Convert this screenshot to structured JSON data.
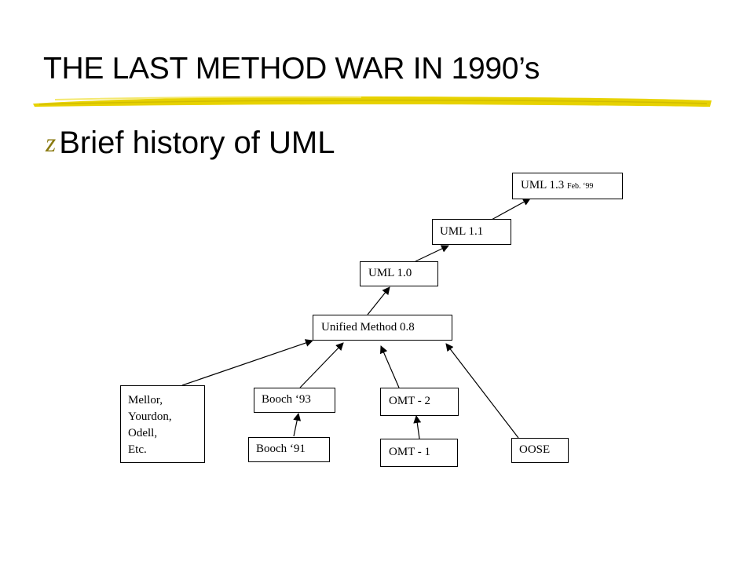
{
  "slide": {
    "title": "THE LAST METHOD WAR IN 1990’s",
    "bullet_marker": "z",
    "bullet_text": "Brief history of UML"
  },
  "colors": {
    "underline": "#e7d200",
    "bullet_marker": "#8a7a10",
    "box_border": "#000000"
  },
  "diagram": {
    "nodes": {
      "uml13": {
        "label": "UML 1.3",
        "note": "Feb. ‘99"
      },
      "uml11": {
        "label": "UML 1.1"
      },
      "uml10": {
        "label": "UML 1.0"
      },
      "unified": {
        "label": "Unified Method  0.8"
      },
      "mellor": {
        "lines": [
          "Mellor,",
          "Yourdon,",
          "Odell,",
          "Etc."
        ]
      },
      "booch93": {
        "label": "Booch ‘93"
      },
      "booch91": {
        "label": "Booch ‘91"
      },
      "omt2": {
        "label": "OMT - 2"
      },
      "omt1": {
        "label": "OMT - 1"
      },
      "oose": {
        "label": "OOSE"
      }
    }
  }
}
